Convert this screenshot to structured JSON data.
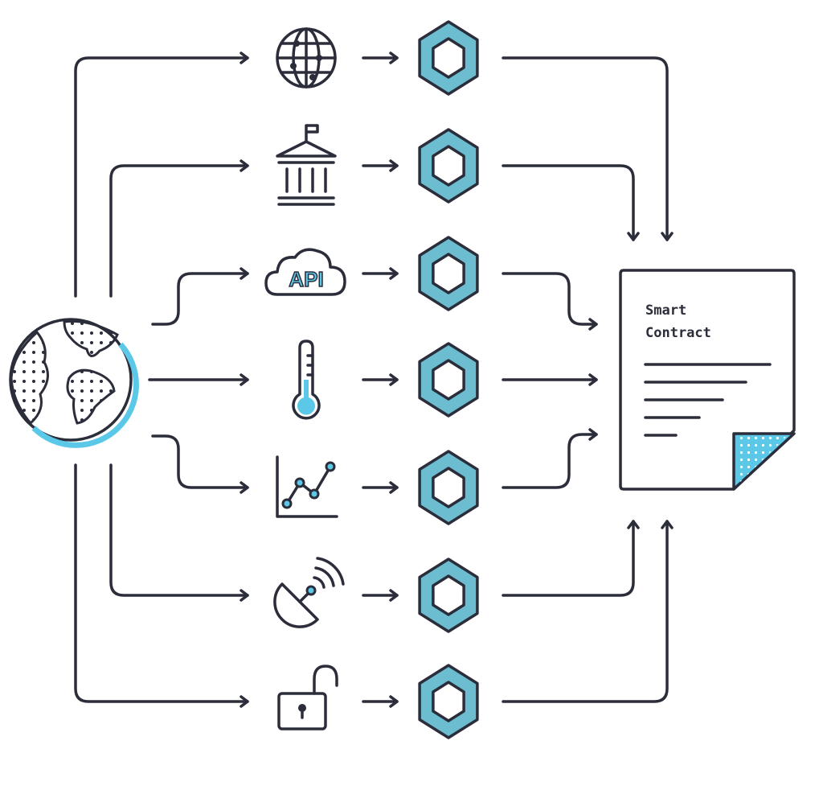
{
  "diagram": {
    "source": {
      "icon": "earth-globe-icon"
    },
    "sources": [
      {
        "icon": "globe-network-icon"
      },
      {
        "icon": "government-building-icon"
      },
      {
        "icon": "api-cloud-icon",
        "label": "API"
      },
      {
        "icon": "thermometer-icon"
      },
      {
        "icon": "line-chart-icon"
      },
      {
        "icon": "satellite-dish-icon"
      },
      {
        "icon": "open-padlock-icon"
      }
    ],
    "node_icon": "chainlink-hexagon-icon",
    "target": {
      "icon": "document-icon",
      "line1": "Smart",
      "line2": "Contract"
    },
    "colors": {
      "stroke": "#2b2d3a",
      "accent": "#5bc8e8",
      "node_fill": "#6cbdd0"
    }
  }
}
